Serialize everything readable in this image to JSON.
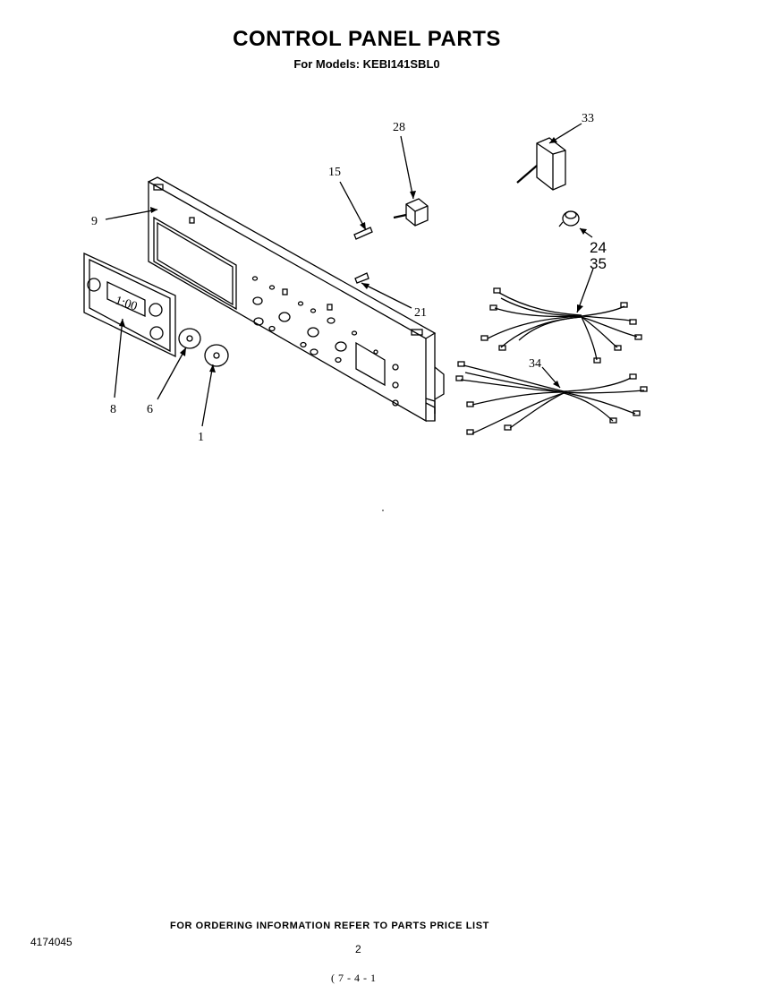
{
  "header": {
    "title": "CONTROL PANEL PARTS",
    "subtitle": "For Models: KEBI141SBL0"
  },
  "diagram": {
    "display_readout": "1:00",
    "callouts": {
      "c1": "1",
      "c6": "6",
      "c8": "8",
      "c9": "9",
      "c15": "15",
      "c21": "21",
      "c24": "24",
      "c28": "28",
      "c33": "33",
      "c34": "34",
      "c35": "35"
    }
  },
  "footer": {
    "ordering_note": "FOR ORDERING INFORMATION REFER TO PARTS PRICE LIST",
    "doc_number": "4174045",
    "page_number": "2",
    "date_code": "(7-4-1"
  }
}
